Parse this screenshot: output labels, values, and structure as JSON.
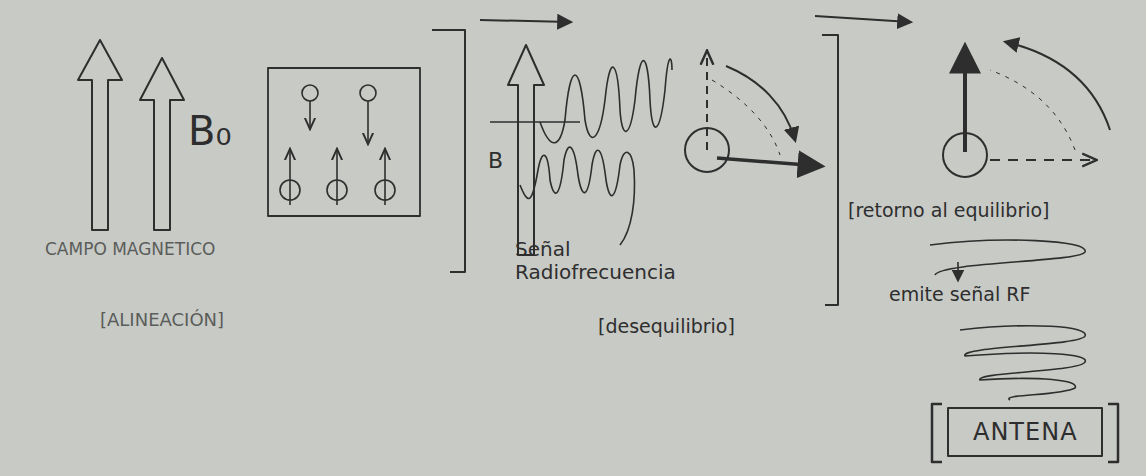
{
  "diagram": {
    "nodes": [
      {
        "text": [
          "ANTENA"
        ]
      }
    ],
    "labels": [
      "CAMPO MAGNETICO",
      "B₀",
      "[ALINEACIÓN]",
      "B",
      "Señal Radiofrecuencia",
      "[desequilibrio]",
      "[retorno al equilibrio]",
      "emite señal RF"
    ]
  }
}
